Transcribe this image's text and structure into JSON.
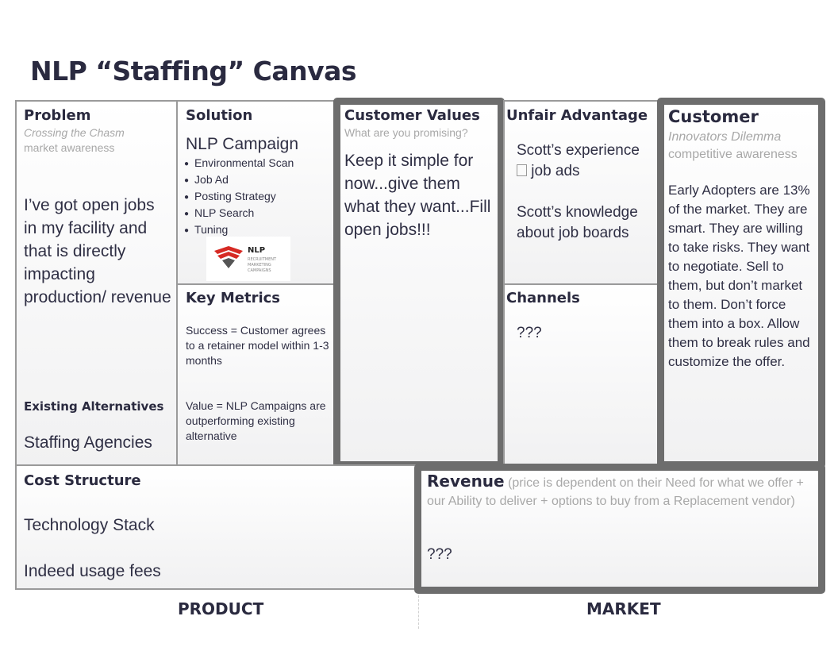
{
  "title": "NLP “Staffing” Canvas",
  "problem": {
    "heading": "Problem",
    "sub_italic": "Crossing the Chasm",
    "sub": "market awareness",
    "body": "I’ve got open jobs in my facility and that is directly impacting production/ revenue",
    "alt_heading": "Existing Alternatives",
    "alt_body": "Staffing Agencies"
  },
  "solution": {
    "heading": "Solution",
    "campaign": "NLP Campaign",
    "items": [
      "Environmental Scan",
      "Job Ad",
      "Posting Strategy",
      "NLP Search",
      "Tuning"
    ],
    "logo": {
      "name": "NLP",
      "tagline_1": "RECRUITMENT",
      "tagline_2": "MARKETING",
      "tagline_3": "CAMPAIGNS",
      "colors": [
        "#d62a24",
        "#555555"
      ]
    }
  },
  "key_metrics": {
    "heading": "Key Metrics",
    "success": "Success = Customer agrees to a retainer model within 1-3 months",
    "value": "Value = NLP Campaigns are outperforming existing alternative"
  },
  "customer_values": {
    "heading": "Customer Values",
    "sub": "What are you promising?",
    "body": "Keep it simple for now...give them what they want...Fill open jobs!!!"
  },
  "unfair_advantage": {
    "heading": "Unfair Advantage",
    "line1": "Scott’s experience",
    "line2": " job ads",
    "line3": "Scott’s knowledge about job boards"
  },
  "channels": {
    "heading": "Channels",
    "body": "???"
  },
  "customer": {
    "heading": "Customer",
    "sub_italic": "Innovators Dilemma",
    "sub": "competitive awareness",
    "body": "Early Adopters are 13% of the market. They are smart.  They are willing to take risks.  They want to negotiate.  Sell to them, but don’t market to them. Don’t force them into a box.  Allow them to break rules and customize the offer."
  },
  "cost_structure": {
    "heading": "Cost Structure",
    "item1": "Technology Stack",
    "item2": "Indeed usage fees"
  },
  "revenue": {
    "heading": "Revenue",
    "sub": "(price is dependent on their Need for what we offer + our Ability to deliver + options to buy from a Replacement vendor)",
    "body": "???"
  },
  "footer": {
    "product": "PRODUCT",
    "market": "MARKET"
  },
  "colors": {
    "thick_border": "#6d6d6d",
    "thin_border": "#9a9a9a",
    "muted_text": "#a8a8a8",
    "logo_red": "#d62a24"
  }
}
